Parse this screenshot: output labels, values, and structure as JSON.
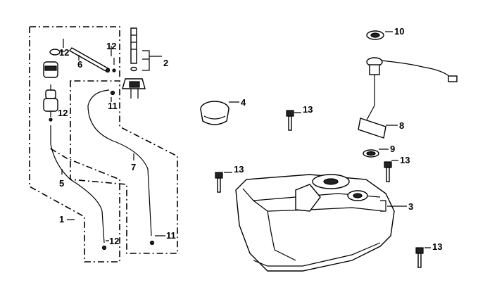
{
  "parts": [
    {
      "id": "p1",
      "label": "1",
      "name": "vent-tube-assembly"
    },
    {
      "id": "p2",
      "label": "2",
      "name": "fuel-cock-valve"
    },
    {
      "id": "p3",
      "label": "3",
      "name": "fuel-tank"
    },
    {
      "id": "p4",
      "label": "4",
      "name": "fuel-cap"
    },
    {
      "id": "p5",
      "label": "5",
      "name": "fuel-tube"
    },
    {
      "id": "p6",
      "label": "6",
      "name": "breather-pipe"
    },
    {
      "id": "p7",
      "label": "7",
      "name": "vacuum-tube"
    },
    {
      "id": "p8",
      "label": "8",
      "name": "fuel-gauge-sender"
    },
    {
      "id": "p9",
      "label": "9",
      "name": "sender-gasket"
    },
    {
      "id": "p10",
      "label": "10",
      "name": "sender-ring-nut"
    },
    {
      "id": "p11",
      "label": "11",
      "name": "hose-clip"
    },
    {
      "id": "p12",
      "label": "12",
      "name": "clamp"
    },
    {
      "id": "p13",
      "label": "13",
      "name": "mounting-bolt"
    }
  ],
  "callouts": {
    "c12a": "12",
    "c12b": "12",
    "c12c": "12",
    "c12d": "12",
    "c6": "6",
    "c2": "2",
    "c11a": "11",
    "c11b": "11",
    "c7": "7",
    "c5": "5",
    "c1": "1",
    "c4": "4",
    "c13a": "13",
    "c13b": "13",
    "c13c": "13",
    "c13d": "13",
    "c10": "10",
    "c8": "8",
    "c9": "9",
    "c3": "3"
  }
}
